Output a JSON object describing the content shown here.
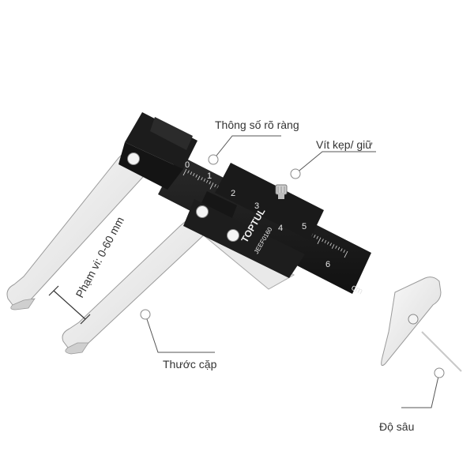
{
  "image": {
    "subject": "TOPTUL brake disc caliper gauge with vernier scale and depth probe",
    "background_color": "#ffffff",
    "body_color": "#1a1a1a",
    "jaw_color": "#f2f2f2"
  },
  "callouts": {
    "clear_scale": "Thông số rõ ràng",
    "locking_screw": "Vít kẹp/ giữ",
    "caliper": "Thước cặp",
    "depth": "Độ sâu",
    "range": "Phạm vi: 0-60 mm"
  },
  "tool_markings": {
    "brand": "TOPTUL",
    "model": "JEEF0160",
    "unit": "cm",
    "scale_numbers": [
      "0",
      "1",
      "2",
      "3",
      "4",
      "5",
      "6"
    ]
  }
}
